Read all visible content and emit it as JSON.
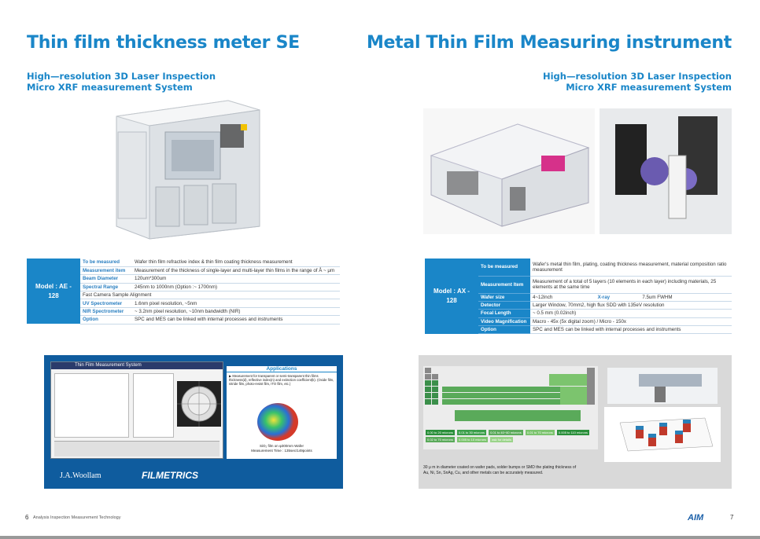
{
  "left": {
    "title": "Thin film thickness meter SE",
    "subtitle_1": "High—resolution 3D Laser Inspection",
    "subtitle_2": "Micro XRF measurement System",
    "model": "Model : AE - 128",
    "specs": [
      {
        "k": "To be measured",
        "v": "Wafer thin film refractive index & thin film coating thickness measurement"
      },
      {
        "k": "Measurement item",
        "v": "Measurement of the thickness of single-layer and multi-layer thin films in the range of  Å ~ μm"
      },
      {
        "k": "Beam Diameter",
        "v": "120um*300um"
      },
      {
        "k": "Spectral Range",
        "v": "245nm to 1000nm (Option :~ 1700nm)"
      },
      {
        "k": "Fast Camera Sample Alignment",
        "v": ""
      },
      {
        "k": "UV Spectrometer",
        "v": "1.6nm  pixel  resolution,  ~5nm"
      },
      {
        "k": "NIR Spectrometer",
        "v": "~ 3.2nm  pixel  resolution,  ~10nm bandwidth (NIR)"
      },
      {
        "k": "Option",
        "v": "SPC and MES can be linked with internal processes and instruments"
      }
    ],
    "software_title": "Thin Film Measurement System",
    "app_title": "Applications",
    "app_text": "▶ Measurement for transparent or semi-transparent thin films thickness(d), reflective index(n) and extinction coefficient(k). (Oxide film, nitride film, photo-resist film, ITO film, etc.)",
    "map_caption_1": "SiO₂ film on φ300mm Wafer",
    "map_caption_2": "Measurement  Time : 135sec/149points",
    "brand_1": "J.A.Woollam",
    "brand_2": "FILMETRICS",
    "page_num": "6",
    "footer_text": "Analysis Inspection Measurement Technology"
  },
  "right": {
    "title": "Metal Thin Film Measuring instrument",
    "subtitle_1": "High—resolution 3D Laser Inspection",
    "subtitle_2": "Micro XRF measurement System",
    "model": "Model : AX - 128",
    "specs": [
      {
        "k": "To be measured",
        "v": "Wafer's metal thin film, plating, coating thickness measurement, material composition ratio measurement"
      },
      {
        "k": "Measurement Item",
        "v": "Measurement of a total of 5 layers (10 elements in each layer) including materials, 25 elements at the same time"
      },
      {
        "k": "Wafer size",
        "v": "4~12inch",
        "k2": "X-ray",
        "v2": "7.5um FWHM"
      },
      {
        "k": "Detector",
        "v": "Larger Window, 70mm2, high flux SDD with 135eV resolution"
      },
      {
        "k": "Focal Length",
        "v": "~ 0.5 mm (0.02inch)"
      },
      {
        "k": "Video Magnification",
        "v": "Macro - 45x (5x digital zoom) / Micro - 150x"
      },
      {
        "k": "Option",
        "v": "SPC and MES can be linked with internal processes and instruments"
      }
    ],
    "xrf_caption_1": "30 μ m in diameter coated on wafer pads, solder bumps or SMD the plating thickness of",
    "xrf_caption_2": "Au, Ni, Sn, SnAg, Cu, and other metals can be accurately measured.",
    "legend": [
      "0.00 to 20 microns",
      "0.01 to 30 microns",
      "0.01 to 40~60 microns",
      "0.01 to 70 microns",
      "0.005 to 110 microns",
      "0.02 to 70 microns",
      "0.005 to 10 microns",
      "ask for details"
    ],
    "logo": "AIM",
    "page_num": "7"
  }
}
